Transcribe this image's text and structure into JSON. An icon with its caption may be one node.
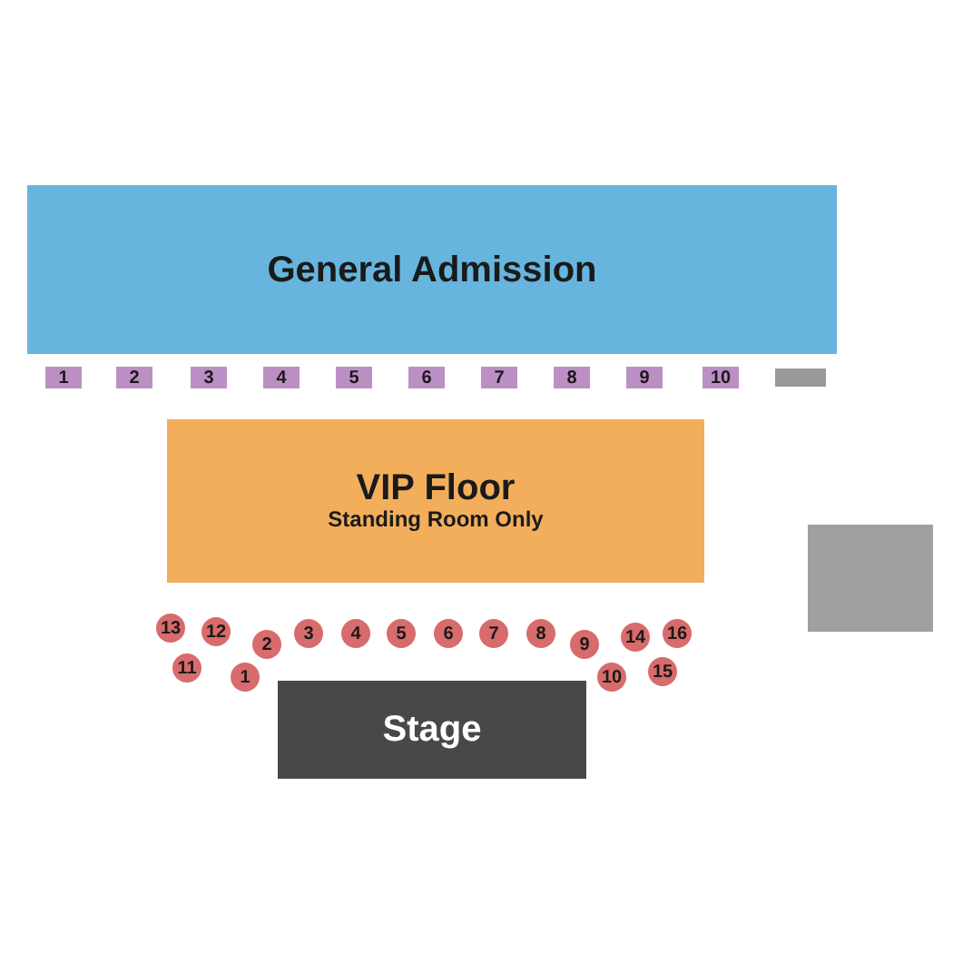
{
  "diagram": {
    "nodes": [
      {
        "text": [
          "General Admission"
        ]
      },
      {
        "text": [
          "1"
        ]
      },
      {
        "text": [
          "2"
        ]
      },
      {
        "text": [
          "3"
        ]
      },
      {
        "text": [
          "4"
        ]
      },
      {
        "text": [
          "5"
        ]
      },
      {
        "text": [
          "6"
        ]
      },
      {
        "text": [
          "7"
        ]
      },
      {
        "text": [
          "8"
        ]
      },
      {
        "text": [
          "9"
        ]
      },
      {
        "text": [
          "10"
        ]
      },
      {
        "text": [],
        "shape": "box"
      },
      {
        "text": [
          "VIP Floor",
          "Standing Room Only"
        ]
      },
      {
        "text": [],
        "shape": "box"
      },
      {
        "text": [
          "13"
        ]
      },
      {
        "text": [
          "12"
        ]
      },
      {
        "text": [
          "2"
        ]
      },
      {
        "text": [
          "3"
        ]
      },
      {
        "text": [
          "4"
        ]
      },
      {
        "text": [
          "5"
        ]
      },
      {
        "text": [
          "6"
        ]
      },
      {
        "text": [
          "7"
        ]
      },
      {
        "text": [
          "8"
        ]
      },
      {
        "text": [
          "9"
        ]
      },
      {
        "text": [
          "14"
        ]
      },
      {
        "text": [
          "16"
        ]
      },
      {
        "text": [
          "11"
        ]
      },
      {
        "text": [
          "1"
        ]
      },
      {
        "text": [
          "10"
        ]
      },
      {
        "text": [
          "15"
        ]
      },
      {
        "text": [
          "Stage"
        ]
      }
    ],
    "edges": []
  }
}
